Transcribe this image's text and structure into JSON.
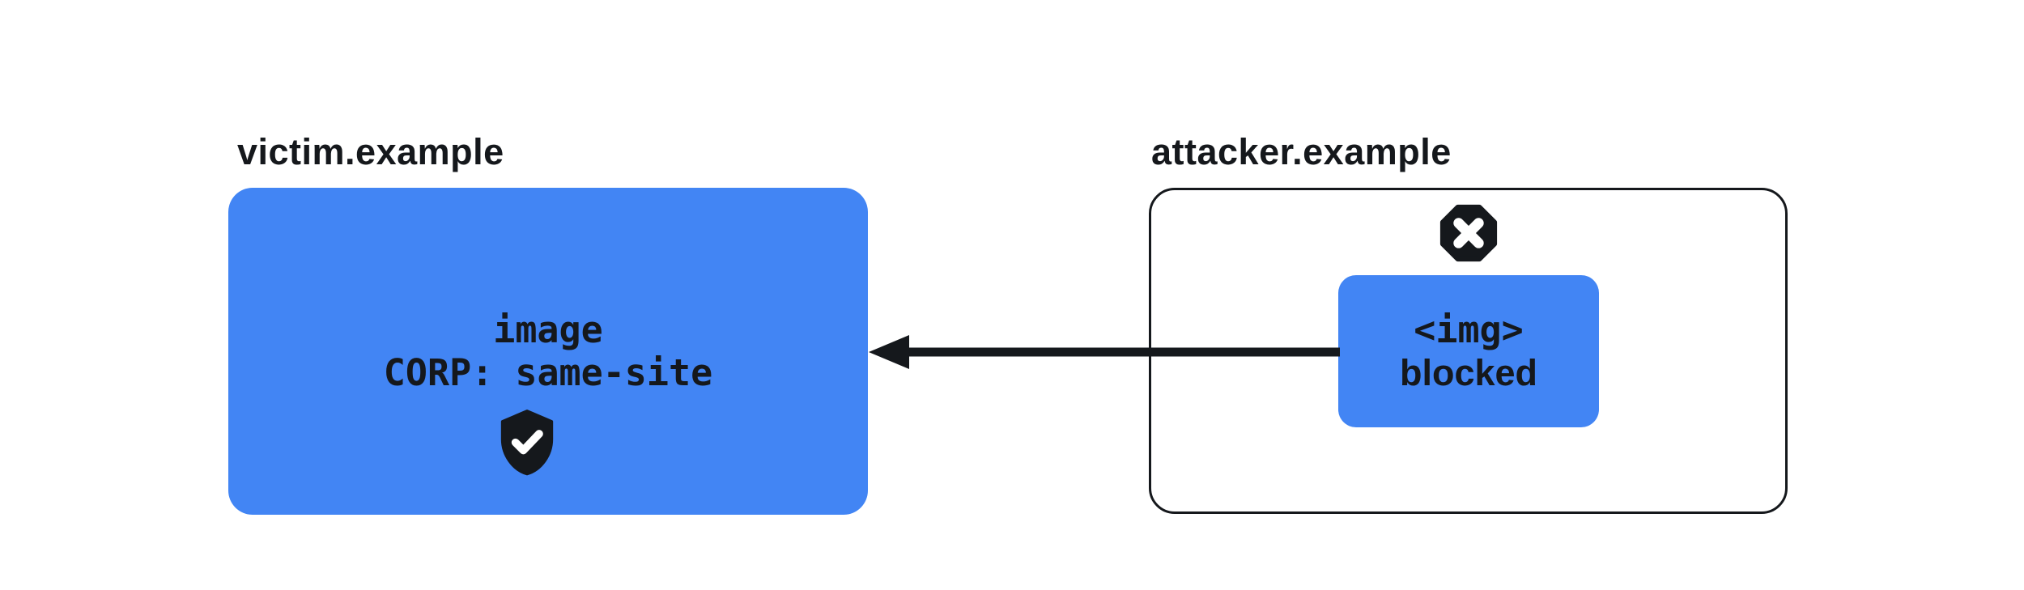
{
  "colors": {
    "background": "#ffffff",
    "accent_blue": "#4285f4",
    "ink": "#15181c"
  },
  "diagram": {
    "victim": {
      "label": "victim.example",
      "icon": "shield-check-icon",
      "resource_lines": [
        "image",
        "CORP: same-site"
      ]
    },
    "attacker": {
      "label": "attacker.example",
      "icon": "blocked-octagon-x-icon",
      "request_lines": [
        "<img>",
        "blocked"
      ]
    },
    "arrow": {
      "direction": "right-to-left",
      "meaning": "cross-origin image request blocked by CORP"
    }
  }
}
